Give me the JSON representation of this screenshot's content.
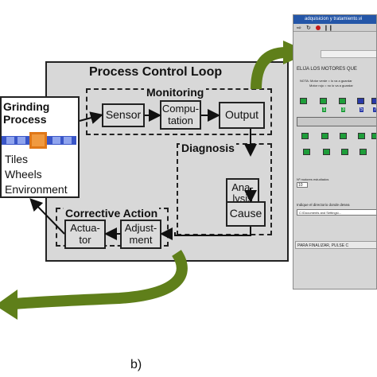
{
  "diagram": {
    "title": "Process Control Loop",
    "grinding": {
      "title": "Grinding\nProcess",
      "items": [
        "Tiles",
        "Wheels",
        "Environment"
      ]
    },
    "monitoring": {
      "title": "Monitoring",
      "sensor": "Sensor",
      "computation": "Compu-\ntation",
      "output": "Output"
    },
    "diagnosis": {
      "title": "Diagnosis",
      "analysis": "Ana-\nlysis",
      "cause": "Cause"
    },
    "corrective": {
      "title": "Corrective Action",
      "actuator": "Actua-\ntor",
      "adjustment": "Adjust-\nment"
    },
    "caption": "b)"
  },
  "app_window": {
    "title": "adquisicion y tratamiento.vi",
    "label_motors": "ELIJA LOS MOTORES QUE",
    "label_note_1": "NOTA: Motor verde = lo va a guardar",
    "label_note_2": "Motor rojo = no lo va a guardar",
    "motor_numbers": [
      "1",
      "3",
      "5",
      "7"
    ],
    "label_count": "Nº motores estudiados",
    "count_value": "10",
    "label_dir": "Indique el directorio donde desea",
    "dir_value": "C:\\Documents and Settings\\...",
    "label_finish": "PARA FINALIZAR, PULSE C"
  },
  "colors": {
    "box_fill": "#dcdcdc",
    "arrow_green": "#5f7f1a",
    "motor_blue": "#2a3aa8",
    "motor_green": "#1e9e3a",
    "title_bar": "#2456a8"
  }
}
